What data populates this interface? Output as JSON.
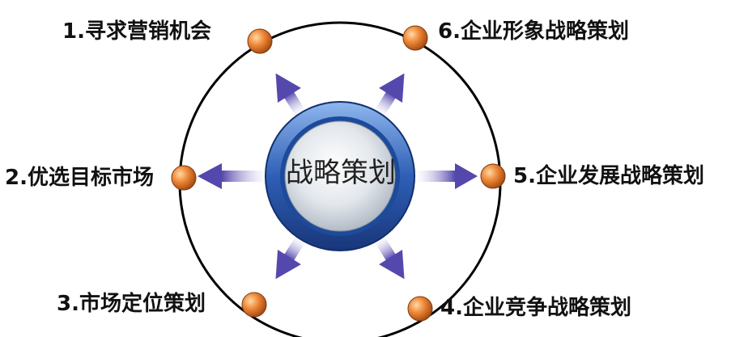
{
  "center": {
    "label": "战略策划"
  },
  "items": [
    {
      "label": "1.寻求营销机会"
    },
    {
      "label": "6.企业形象战略策划"
    },
    {
      "label": "2.优选目标市场"
    },
    {
      "label": "5.企业发展战略策划"
    },
    {
      "label": "3.市场定位策划"
    },
    {
      "label": "4.企业竞争战略策划"
    }
  ],
  "colors": {
    "ring": "#000000",
    "node": "#e07a2a",
    "arrow": "#5a4fb0",
    "hub_ring": "#2f5fb5"
  }
}
